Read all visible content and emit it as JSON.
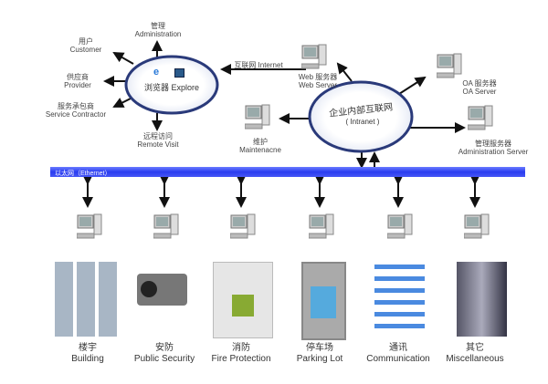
{
  "browser": {
    "title_cn": "浏览器",
    "title_en": "Explore"
  },
  "browser_links": [
    {
      "cn": "管理",
      "en": "Administration"
    },
    {
      "cn": "用户",
      "en": "Customer"
    },
    {
      "cn": "供应商",
      "en": "Provider"
    },
    {
      "cn": "服务承包商",
      "en": "Service Contractor"
    },
    {
      "cn": "远程访问",
      "en": "Remote Visit"
    }
  ],
  "internet_label": "互联网 Internet",
  "intranet": {
    "title_cn": "企业内部互联网",
    "title_en": "( Intranet )"
  },
  "servers": [
    {
      "cn": "Web 服务器",
      "en": "Web Server"
    },
    {
      "cn": "OA 服务器",
      "en": "OA Server"
    },
    {
      "cn": "维护",
      "en": "Maintenacne"
    },
    {
      "cn": "管理服务器",
      "en": "Administration Server"
    }
  ],
  "ethernet_label": "以太网（Ethernet）",
  "subsystems": [
    {
      "cn": "楼宇",
      "en": "Building"
    },
    {
      "cn": "安防",
      "en": "Public Security"
    },
    {
      "cn": "消防",
      "en": "Fire Protection"
    },
    {
      "cn": "停车场",
      "en": "Parking Lot"
    },
    {
      "cn": "通讯",
      "en": "Communication"
    },
    {
      "cn": "其它",
      "en": "Miscellaneous"
    }
  ],
  "colors": {
    "bus": "#2a3cf0",
    "ellipse": "#2a3a7a"
  }
}
